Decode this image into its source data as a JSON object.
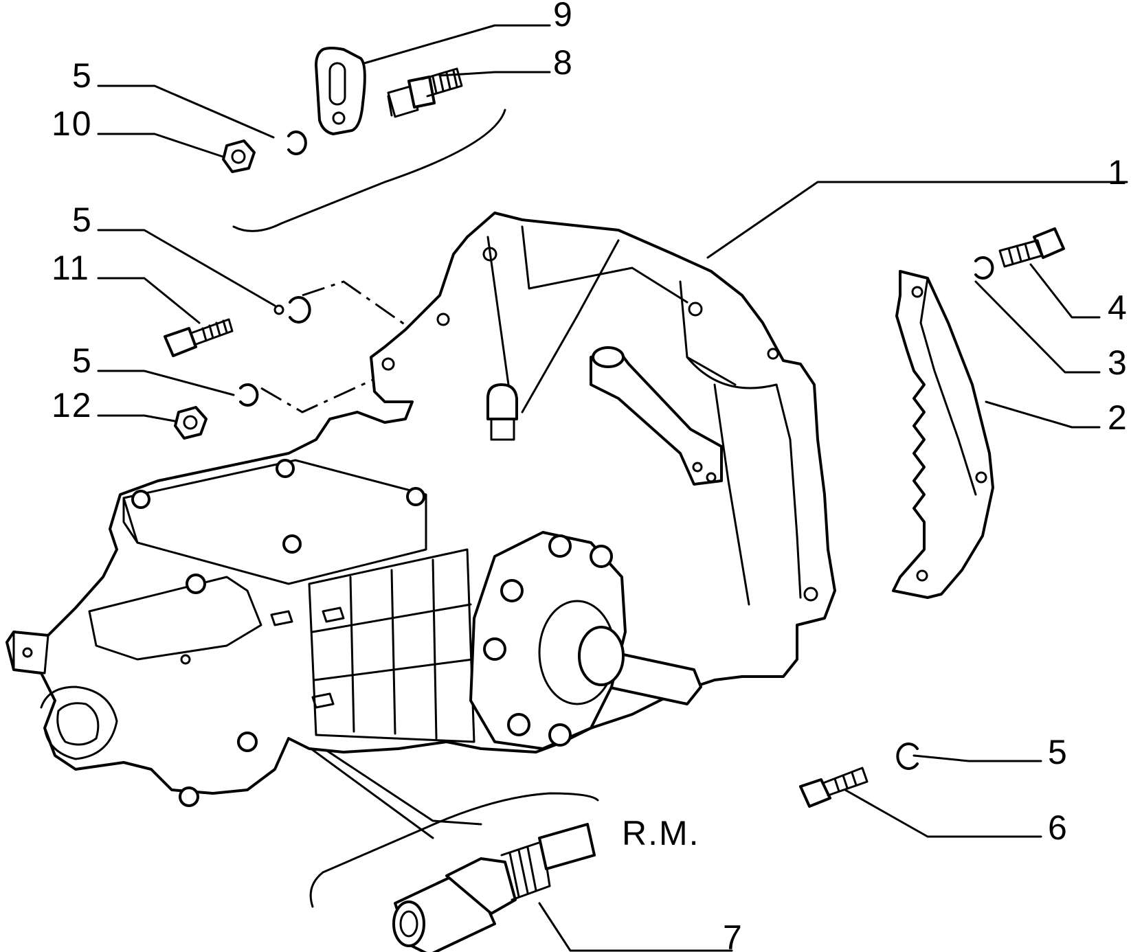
{
  "callouts": {
    "c9": "9",
    "c8": "8",
    "c5a": "5",
    "c10": "10",
    "c1": "1",
    "c5b": "5",
    "c11": "11",
    "c4": "4",
    "c5c": "5",
    "c12": "12",
    "c3": "3",
    "c2": "2",
    "c5d": "5",
    "c6": "6",
    "c7": "7"
  },
  "note": "R.M."
}
